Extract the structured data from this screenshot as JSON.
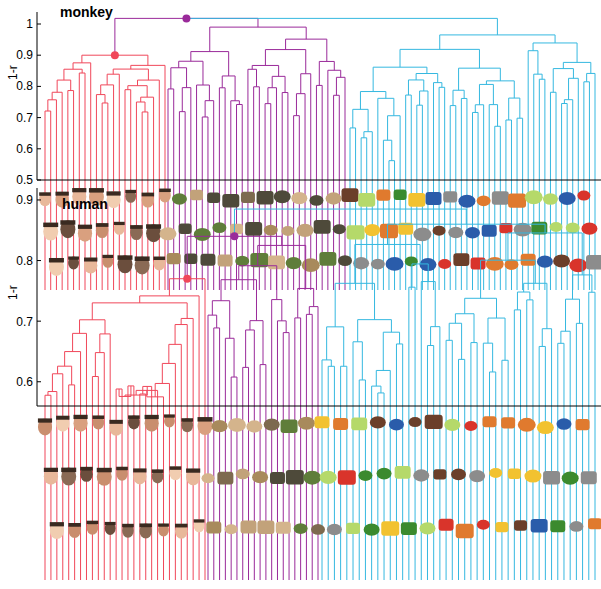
{
  "diagram": {
    "labels": [
      "monkey",
      "1-r",
      "1",
      "0.9",
      "0.8",
      "0.7",
      "0.6",
      "0.5",
      "human",
      "1-r",
      "0.9",
      "0.8",
      "0.7",
      "0.6"
    ]
  }
}
